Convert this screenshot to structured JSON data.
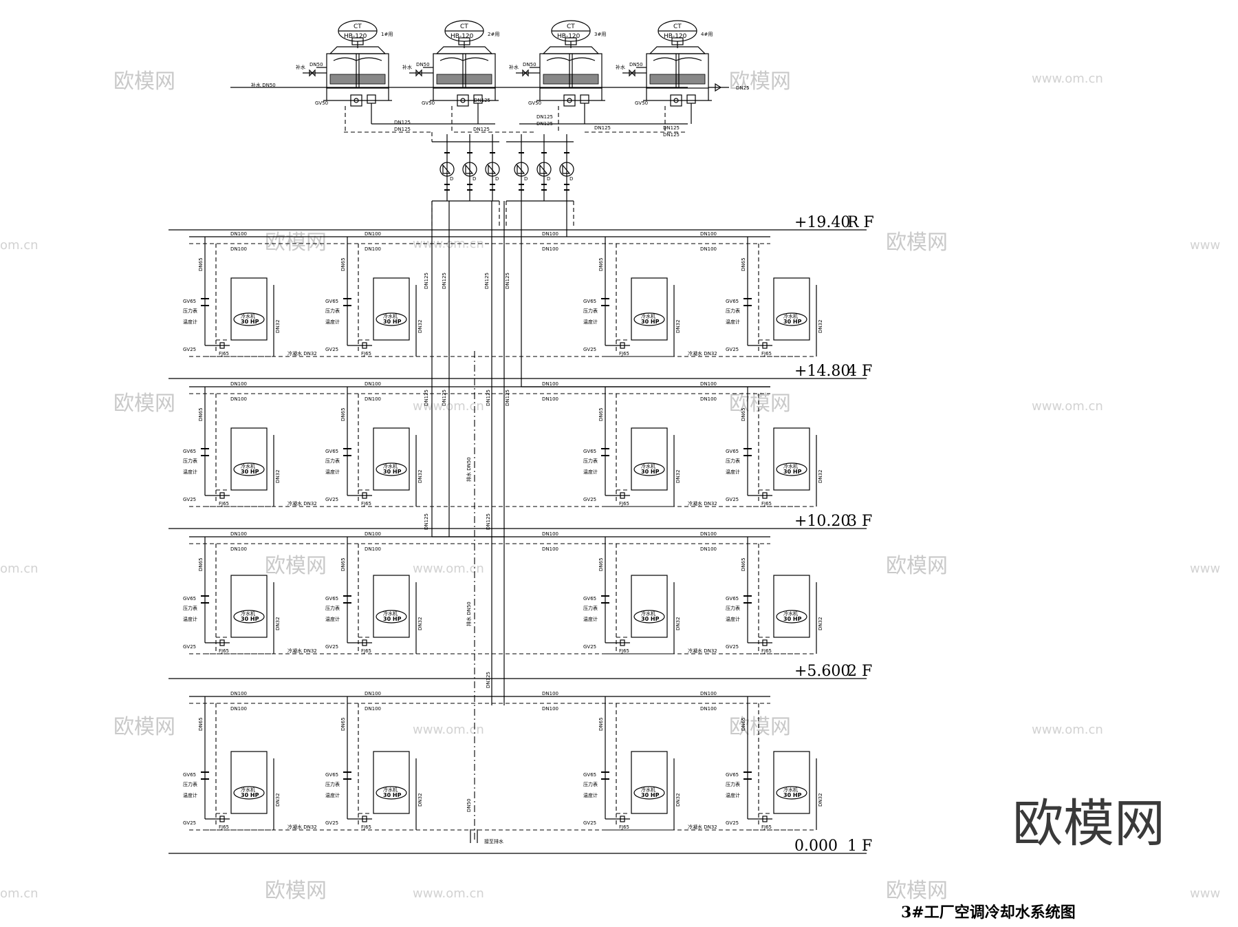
{
  "diagram": {
    "title": "3#工厂空调冷却水系统图",
    "floors": [
      {
        "elevation": "+19.40",
        "name": "R F"
      },
      {
        "elevation": "+14.80",
        "name": "4 F"
      },
      {
        "elevation": "+10.20",
        "name": "3 F"
      },
      {
        "elevation": "+5.600",
        "name": "2 F"
      },
      {
        "elevation": "0.000",
        "name": "1 F"
      }
    ],
    "cooling_towers": [
      {
        "tag": "CT",
        "model": "HB-120",
        "note": "1#用"
      },
      {
        "tag": "CT",
        "model": "HB-120",
        "note": "2#用"
      },
      {
        "tag": "CT",
        "model": "HB-120",
        "note": "3#用"
      },
      {
        "tag": "CT",
        "model": "HB-120",
        "note": "4#用"
      }
    ],
    "makeup_pipe": "补水 DN50",
    "drain_label": "DN25",
    "pipe_labels": {
      "header": "DN100",
      "riser": "DN125",
      "branch": "DN65",
      "drain": "DN32",
      "valve_a": "GV65",
      "valve_b": "GV25",
      "joint": "FJ65",
      "tower_valve": "GV50",
      "tower_outlet": "DN125",
      "small_drain": "DN50"
    },
    "unit_rating": "30 HP",
    "unit_name": "冷水机",
    "unit_drain_note": "冷凝水 DN32",
    "floor_drain_note": "排水 DN50",
    "bottom_note": "接至排水"
  },
  "watermark": {
    "text": "欧模网",
    "url": "www.om.cn",
    "partial_url": "om.cn",
    "brand": "欧模网"
  }
}
